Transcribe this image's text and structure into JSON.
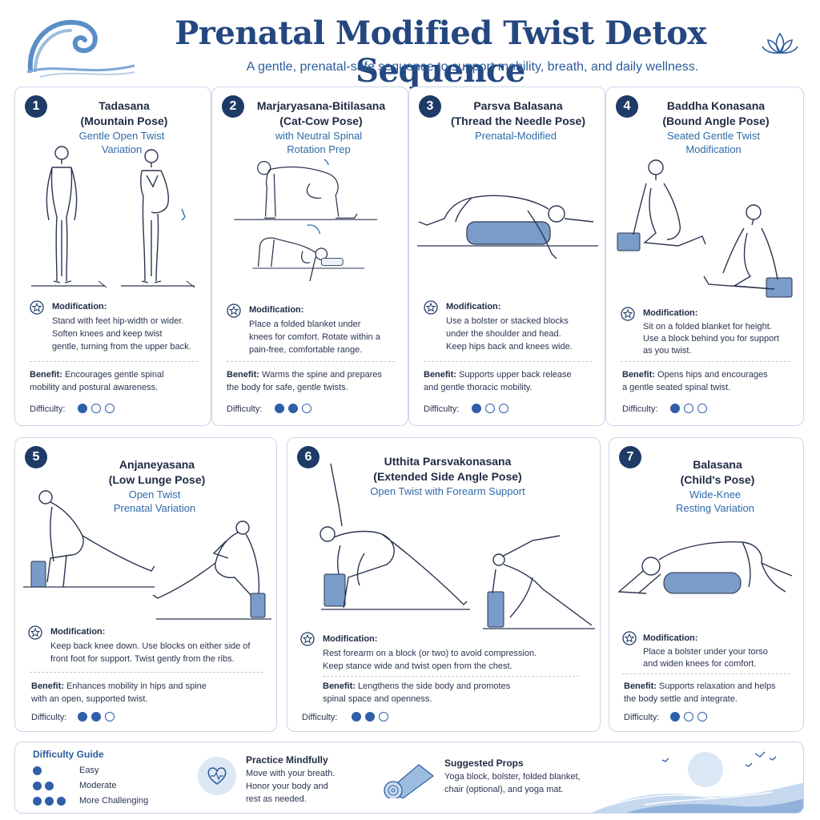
{
  "header": {
    "title": "Prenatal Modified Twist Detox Sequence",
    "subtitle": "A gentle, prenatal-safe sequence to support mobility, breath, and daily wellness."
  },
  "labels": {
    "modification": "Modification:",
    "benefit": "Benefit:",
    "difficulty": "Difficulty:"
  },
  "colors": {
    "primary": "#1e3a66",
    "accent": "#2f6aa8",
    "prop": "#7a9cc9"
  },
  "poses": [
    {
      "number": "1",
      "name_line1": "Tadasana",
      "name_line2": "(Mountain Pose)",
      "sub_line1": "Gentle Open Twist",
      "sub_line2": "Variation",
      "mod_line1": "Stand with feet hip-width or wider.",
      "mod_line2": "Soften knees and keep twist",
      "mod_line3": "gentle, turning from the upper back.",
      "benefit_line1": "Encourages gentle spinal",
      "benefit_line2": "mobility and postural awareness.",
      "difficulty": 1
    },
    {
      "number": "2",
      "name_line1": "Marjaryasana-Bitilasana",
      "name_line2": "(Cat-Cow Pose)",
      "sub_line1": "with Neutral Spinal",
      "sub_line2": "Rotation Prep",
      "mod_line1": "Place a folded blanket under",
      "mod_line2": "knees for comfort. Rotate within a",
      "mod_line3": "pain-free, comfortable range.",
      "benefit_line1": "Warms the spine and prepares",
      "benefit_line2": "the body for safe, gentle twists.",
      "difficulty": 2
    },
    {
      "number": "3",
      "name_line1": "Parsva Balasana",
      "name_line2": "(Thread the Needle Pose)",
      "sub_line1": "Prenatal-Modified",
      "sub_line2": "",
      "mod_line1": "Use a bolster or stacked blocks",
      "mod_line2": "under the shoulder and head.",
      "mod_line3": "Keep hips back and knees wide.",
      "benefit_line1": "Supports upper back release",
      "benefit_line2": "and gentle thoracic mobility.",
      "difficulty": 1
    },
    {
      "number": "4",
      "name_line1": "Baddha Konasana",
      "name_line2": "(Bound Angle Pose)",
      "sub_line1": "Seated Gentle Twist",
      "sub_line2": "Modification",
      "mod_line1": "Sit on a folded blanket for height.",
      "mod_line2": "Use a block behind you for support",
      "mod_line3": "as you twist.",
      "benefit_line1": "Opens hips and encourages",
      "benefit_line2": "a gentle seated spinal twist.",
      "difficulty": 1
    },
    {
      "number": "5",
      "name_line1": "Anjaneyasana",
      "name_line2": "(Low Lunge Pose)",
      "sub_line1": "Open Twist",
      "sub_line2": "Prenatal Variation",
      "mod_line1": "Keep back knee down. Use blocks on either side of",
      "mod_line2": "front foot for support. Twist gently from the ribs.",
      "mod_line3": "",
      "benefit_line1": "Enhances mobility in hips and spine",
      "benefit_line2": "with an open, supported twist.",
      "difficulty": 2
    },
    {
      "number": "6",
      "name_line1": "Utthita Parsvakonasana",
      "name_line2": "(Extended Side Angle Pose)",
      "sub_line1": "Open Twist with Forearm Support",
      "sub_line2": "",
      "mod_line1": "Rest forearm on a block (or two) to avoid compression.",
      "mod_line2": "Keep stance wide and twist open from the chest.",
      "mod_line3": "",
      "benefit_line1": "Lengthens the side body and promotes",
      "benefit_line2": "spinal space and openness.",
      "difficulty": 2
    },
    {
      "number": "7",
      "name_line1": "Balasana",
      "name_line2": "(Child's Pose)",
      "sub_line1": "Wide-Knee",
      "sub_line2": "Resting Variation",
      "mod_line1": "Place a bolster under your torso",
      "mod_line2": "and widen knees for comfort.",
      "mod_line3": "",
      "benefit_line1": "Supports relaxation and helps",
      "benefit_line2": "the body settle and integrate.",
      "difficulty": 1
    }
  ],
  "footer": {
    "guide_title": "Difficulty Guide",
    "guide_items": [
      {
        "label": "Easy",
        "level": 1
      },
      {
        "label": "Moderate",
        "level": 2
      },
      {
        "label": "More Challenging",
        "level": 3
      }
    ],
    "mindful_title": "Practice Mindfully",
    "mindful_line1": "Move with your breath.",
    "mindful_line2": "Honor your body and",
    "mindful_line3": "rest as needed.",
    "props_title": "Suggested Props",
    "props_line1": "Yoga block, bolster, folded blanket,",
    "props_line2": "chair (optional), and yoga mat."
  }
}
